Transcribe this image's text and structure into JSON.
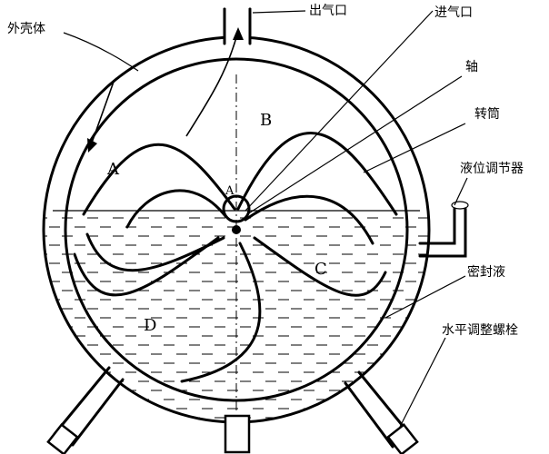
{
  "labels": {
    "outer_shell": "外壳体",
    "gas_outlet": "出气口",
    "gas_inlet": "进气口",
    "shaft": "轴",
    "drum": "转筒",
    "level_regulator": "液位调节器",
    "seal_liquid": "密封液",
    "leveling_bolt": "水平调整螺栓"
  },
  "zones": {
    "a": "A",
    "b": "B",
    "c": "C",
    "d": "D",
    "center": "A"
  }
}
